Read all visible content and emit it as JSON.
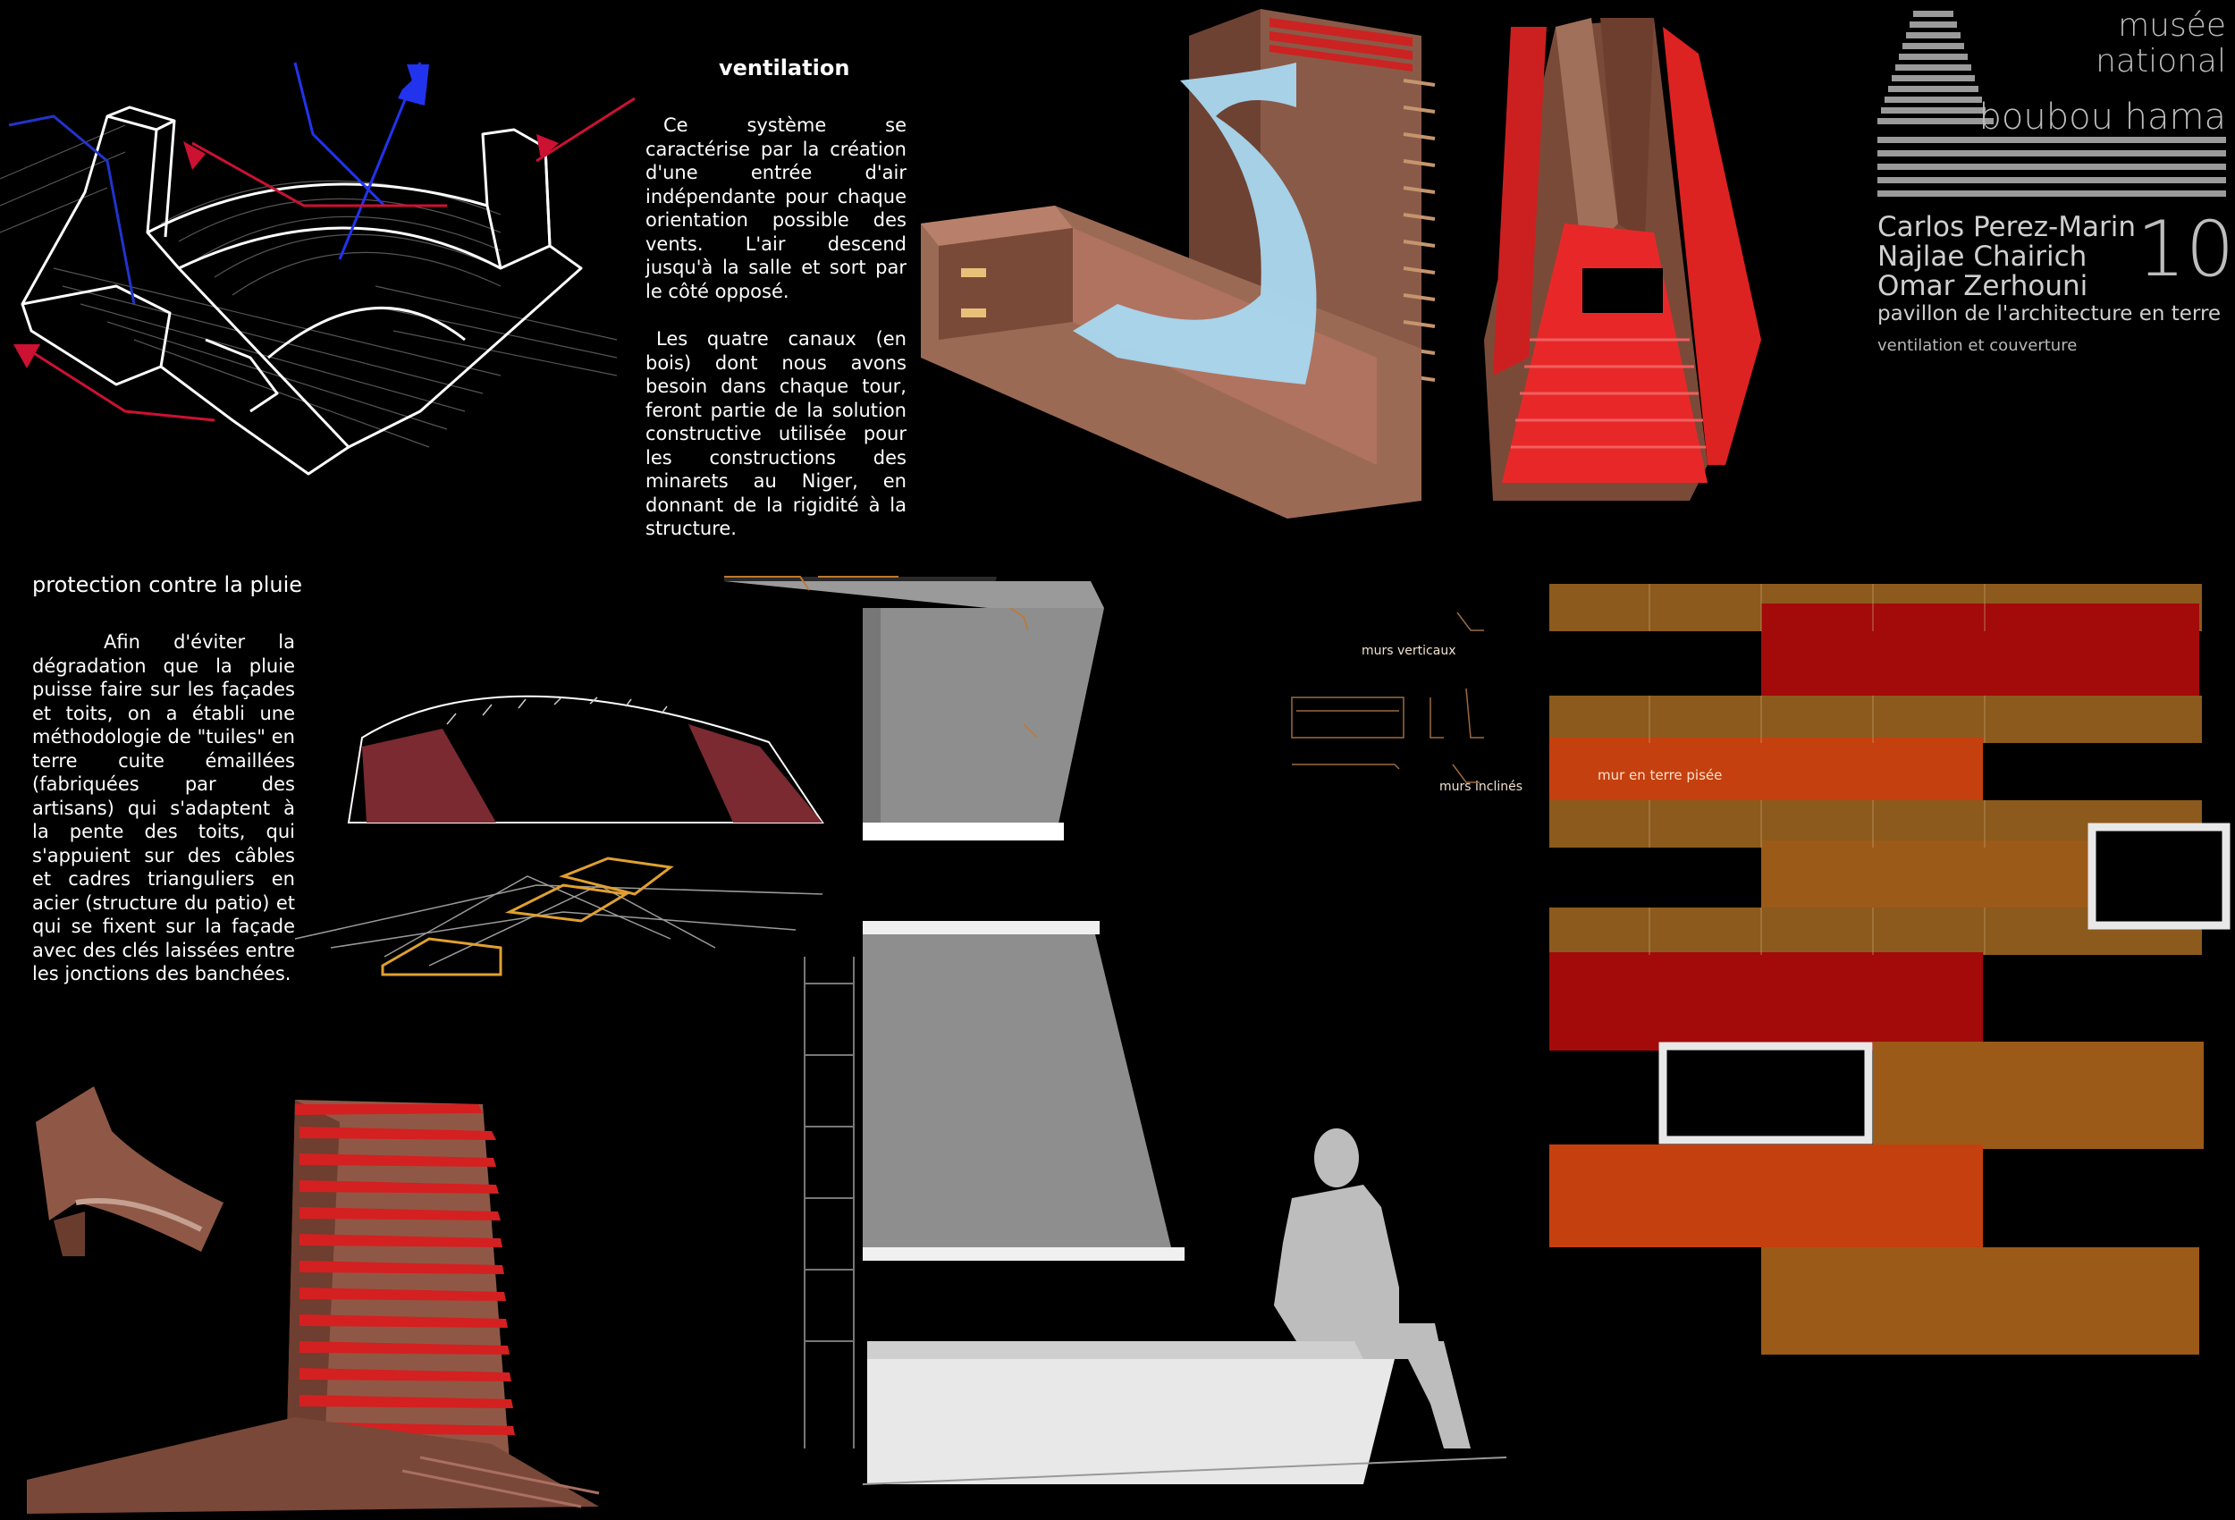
{
  "ventilation": {
    "title": "ventilation",
    "paragraph1": "Ce système se caractérise par la création d'une entrée d'air indépendante pour chaque orientation possible des vents. L'air descend jusqu'à la salle et sort par le côté opposé.",
    "paragraph2": "Les quatre canaux (en bois) dont nous avons besoin dans chaque tour, feront partie de la solution constructive utilisée pour les constructions des minarets au Niger, en donnant de la rigidité à la structure."
  },
  "rain": {
    "title": "protection contre la pluie",
    "paragraph": "Afin d'éviter la dégradation que la pluie puisse faire sur les façades et toits, on a établi une méthodologie de \"tuiles\" en terre cuite émaillées (fabriquées par des artisans) qui s'adaptent à la pente des toits, qui s'appuient sur des câbles et cadres trianguliers en acier (structure du patio) et qui se fixent sur la façade avec des clés laissées entre les jonctions des banchées."
  },
  "logo": {
    "line1": "musée",
    "line2": "national",
    "line3": "boubou hama"
  },
  "authors": [
    "Carlos Perez-Marin",
    "Najlae Chairich",
    "Omar Zerhouni"
  ],
  "sheet_number": "10",
  "project_title": "pavillon de l'architecture en terre",
  "sheet_subtitle": "ventilation et couverture",
  "labels": {
    "vertical_walls": "murs verticaux",
    "inclined_walls": "murs inclinés",
    "rammed_earth": "mur en terre pisée"
  },
  "colors": {
    "background": "#000000",
    "wood": "#8b5a1c",
    "red_tile": "#a30a0a",
    "orange_earth": "#c4400f",
    "ochre": "#9c5a18",
    "arrow_blue": "#2233ee",
    "arrow_red": "#cc1133",
    "air_flow": "#a8d8f0"
  }
}
